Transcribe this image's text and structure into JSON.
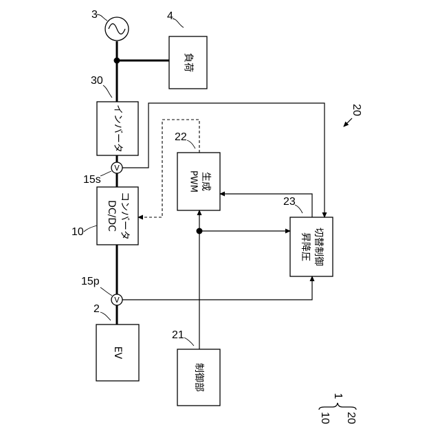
{
  "blocks": {
    "ac_source_ref": "3",
    "load": {
      "label": "負荷",
      "ref": "4"
    },
    "inverter": {
      "label": "インバータ",
      "ref": "30"
    },
    "dcdc": {
      "label_line1": "DC/DC",
      "label_line2": "コンバータ",
      "ref": "10"
    },
    "ev": {
      "label": "EV",
      "ref": "2"
    },
    "pwm": {
      "label_line1": "PWM",
      "label_line2": "生成",
      "ref": "22"
    },
    "switch_ctrl": {
      "label_line1": "昇降圧",
      "label_line2": "切替制御",
      "ref": "23"
    },
    "controller": {
      "label": "制御部",
      "ref": "21"
    }
  },
  "sensors": {
    "secondary": {
      "symbol": "V",
      "ref": "15s"
    },
    "primary": {
      "symbol": "V",
      "ref": "15p"
    }
  },
  "system_refs": {
    "ref_20_top": "20",
    "bracket_1": "1",
    "bracket_10": "10",
    "bracket_20": "20"
  }
}
